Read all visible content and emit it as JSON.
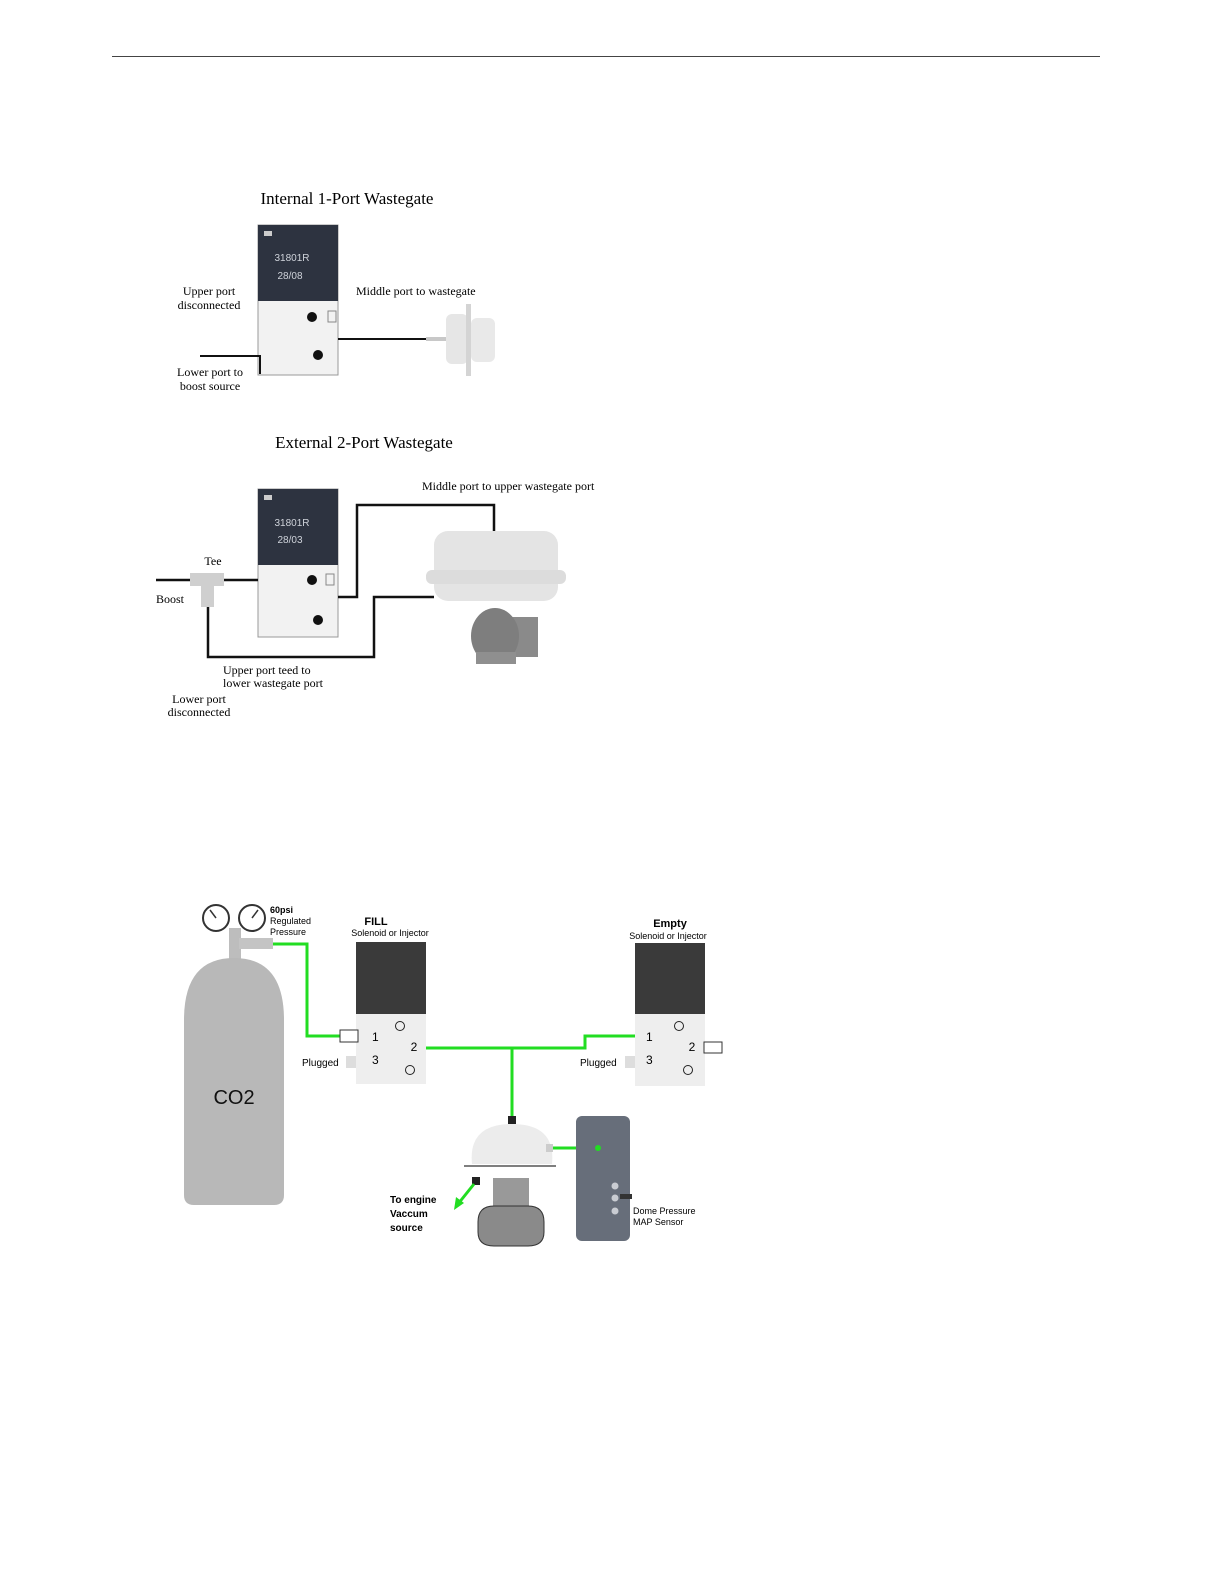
{
  "internal": {
    "title": "Internal 1-Port Wastegate",
    "valve_label_1": "31801R",
    "valve_label_2": "28/08",
    "upper_port_1": "Upper port",
    "upper_port_2": "disconnected",
    "middle_port": "Middle port to wastegate",
    "lower_port_1": "Lower port to",
    "lower_port_2": "boost source"
  },
  "external": {
    "title": "External 2-Port Wastegate",
    "valve_label_1": "31801R",
    "valve_label_2": "28/03",
    "middle_port": "Middle port to upper wastegate port",
    "tee": "Tee",
    "boost": "Boost",
    "upper_teed_1": "Upper port teed to",
    "upper_teed_2": "lower wastegate port",
    "lower_port_1": "Lower port",
    "lower_port_2": "disconnected"
  },
  "co2": {
    "tank": "CO2",
    "pressure_1": "60psi",
    "pressure_2": "Regulated",
    "pressure_3": "Pressure",
    "fill_title": "FILL",
    "fill_sub": "Solenoid or Injector",
    "empty_title": "Empty",
    "empty_sub": "Solenoid or Injector",
    "plugged": "Plugged",
    "port1": "1",
    "port2": "2",
    "port3": "3",
    "vac_1": "To engine",
    "vac_2": "Vaccum",
    "vac_3": "source",
    "map_1": "Dome Pressure",
    "map_2": "MAP Sensor",
    "colors": {
      "hose": "#22dd22",
      "valve_top": "#3a3a3a",
      "tank": "#b8b8b8"
    }
  }
}
